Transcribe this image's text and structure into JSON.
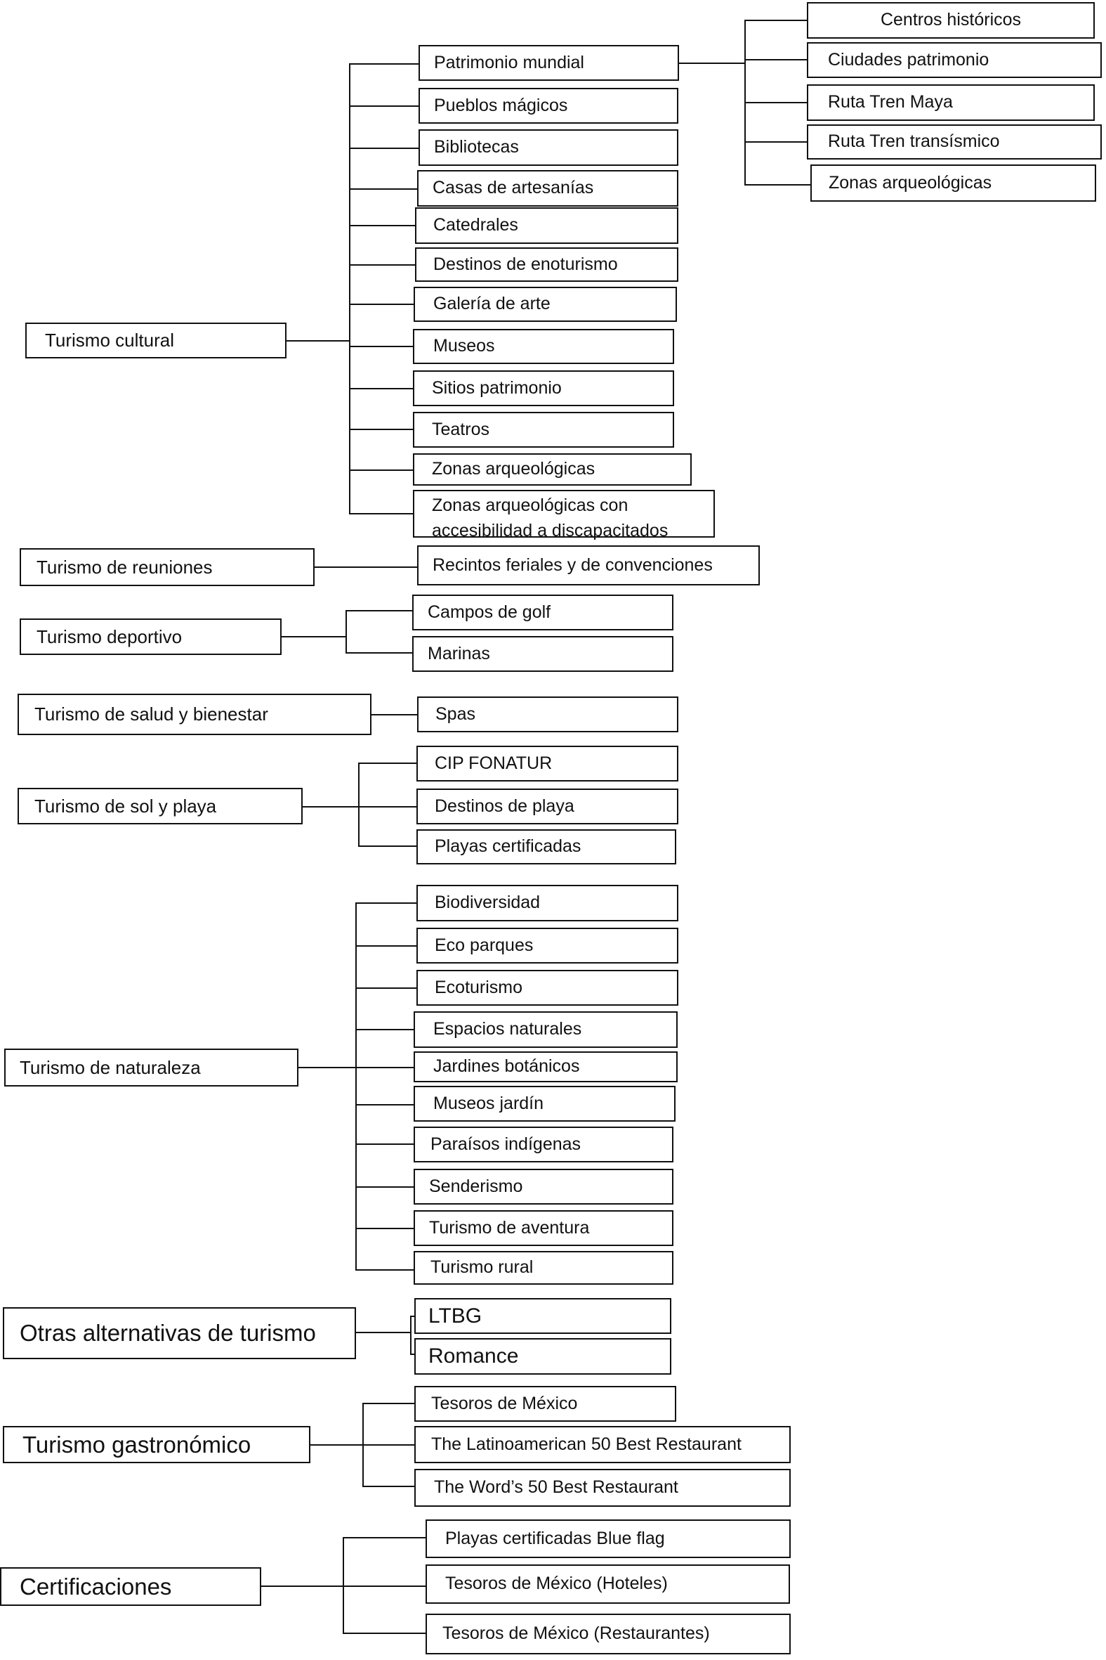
{
  "diagram": {
    "colors": {
      "line": "#111111",
      "box_border": "#111111",
      "background": "#ffffff"
    },
    "groups": [
      {
        "label": "Turismo cultural",
        "children": [
          {
            "label": "Patrimonio mundial",
            "children": [
              "Centros históricos",
              "Ciudades patrimonio",
              "Ruta Tren Maya",
              "Ruta Tren transísmico",
              "Zonas arqueológicas"
            ]
          },
          {
            "label": "Pueblos mágicos"
          },
          {
            "label": "Bibliotecas"
          },
          {
            "label": "Casas de artesanías"
          },
          {
            "label": "Catedrales"
          },
          {
            "label": "Destinos de enoturismo"
          },
          {
            "label": "Galería de arte"
          },
          {
            "label": "Museos"
          },
          {
            "label": "Sitios patrimonio"
          },
          {
            "label": "Teatros"
          },
          {
            "label": "Zonas arqueológicas"
          },
          {
            "label": "Zonas arqueológicas con accesibilidad a discapacitados"
          }
        ]
      },
      {
        "label": "Turismo de reuniones",
        "children": [
          {
            "label": "Recintos feriales y de convenciones"
          }
        ]
      },
      {
        "label": "Turismo deportivo",
        "children": [
          {
            "label": "Campos de golf"
          },
          {
            "label": "Marinas"
          }
        ]
      },
      {
        "label": "Turismo de salud y bienestar",
        "children": [
          {
            "label": "Spas"
          }
        ]
      },
      {
        "label": "Turismo de sol y playa",
        "children": [
          {
            "label": "CIP FONATUR"
          },
          {
            "label": "Destinos de playa"
          },
          {
            "label": "Playas certificadas"
          }
        ]
      },
      {
        "label": "Turismo de naturaleza",
        "children": [
          {
            "label": "Biodiversidad"
          },
          {
            "label": "Eco parques"
          },
          {
            "label": "Ecoturismo"
          },
          {
            "label": "Espacios naturales"
          },
          {
            "label": "Jardines botánicos"
          },
          {
            "label": "Museos jardín"
          },
          {
            "label": "Paraísos indígenas"
          },
          {
            "label": "Senderismo"
          },
          {
            "label": "Turismo de aventura"
          },
          {
            "label": "Turismo rural"
          }
        ]
      },
      {
        "label": "Otras alternativas de turismo",
        "children": [
          {
            "label": "LTBG"
          },
          {
            "label": "Romance"
          }
        ]
      },
      {
        "label": "Turismo gastronómico",
        "children": [
          {
            "label": "Tesoros de México"
          },
          {
            "label": "The Latinoamerican 50 Best Restaurant"
          },
          {
            "label": "The Word’s 50 Best Restaurant"
          }
        ]
      },
      {
        "label": "Certificaciones",
        "children": [
          {
            "label": "Playas certificadas Blue flag"
          },
          {
            "label": "Tesoros de México (Hoteles)"
          },
          {
            "label": "Tesoros de México (Restaurantes)"
          }
        ]
      }
    ]
  }
}
